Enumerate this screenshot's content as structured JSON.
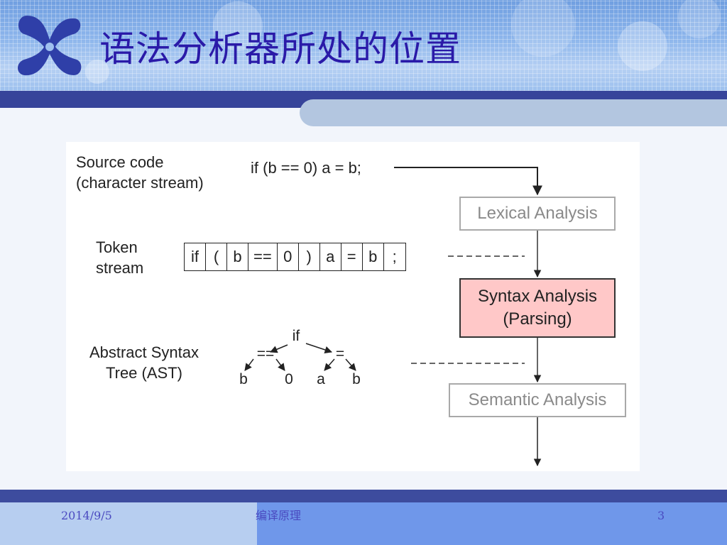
{
  "slide": {
    "title": "语法分析器所处的位置"
  },
  "figure": {
    "source_label_line1": "Source code",
    "source_label_line2": "(character stream)",
    "source_code": "if (b == 0) a = b;",
    "token_label_line1": "Token",
    "token_label_line2": "stream",
    "tokens": [
      "if",
      "(",
      "b",
      "==",
      "0",
      ")",
      "a",
      "=",
      "b",
      ";"
    ],
    "ast_label_line1": "Abstract Syntax",
    "ast_label_line2": "Tree (AST)",
    "ast": {
      "root": "if",
      "left": "==",
      "right": "=",
      "left_left": "b",
      "left_right": "0",
      "right_left": "a",
      "right_right": "b"
    },
    "stages": {
      "lexical": "Lexical Analysis",
      "syntax_line1": "Syntax Analysis",
      "syntax_line2": "(Parsing)",
      "semantic": "Semantic Analysis"
    }
  },
  "footer": {
    "date": "2014/9/5",
    "course": "编译原理",
    "page_number": "3"
  },
  "colors": {
    "title": "#2a1aa8",
    "header_band": "#37449a",
    "active_stage_fill": "#ffc8c8",
    "footer_text": "#4a4ac0"
  }
}
